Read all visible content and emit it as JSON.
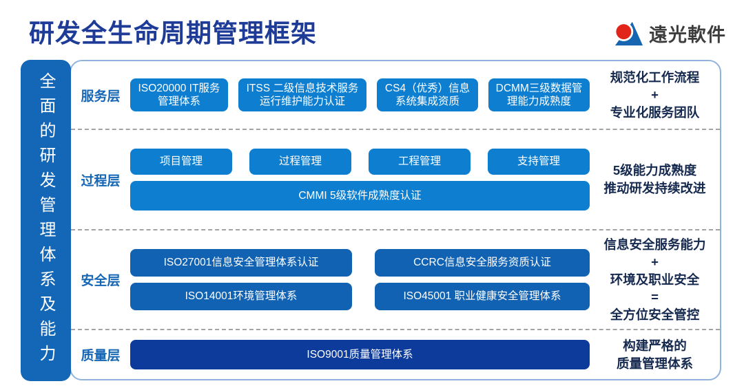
{
  "title": "研发全生命周期管理框架",
  "logo": {
    "text": "遠光軟件"
  },
  "sidebar": {
    "label": "全面的研发管理体系及能力"
  },
  "colors": {
    "title": "#1d3b97",
    "sidebar": "#1467b6",
    "box_bright_blue": "#0e7fd0",
    "box_mid_blue": "#1162b2",
    "box_dark_blue": "#0c3b9b",
    "layer_label": "#1566b5",
    "note_text": "#15294f",
    "panel_border": "#8fb3de",
    "logo_red": "#e1251b",
    "logo_blue": "#1565b0"
  },
  "layers": [
    {
      "label": "服务层",
      "boxes": [
        "ISO20000 IT服务管理体系",
        "ITSS 二级信息技术服务运行维护能力认证",
        "CS4（优秀）信息系统集成资质",
        "DCMM三级数据管理能力成熟度"
      ],
      "note_lines": [
        "规范化工作流程",
        "+",
        "专业化服务团队"
      ]
    },
    {
      "label": "过程层",
      "boxes": [
        "项目管理",
        "过程管理",
        "工程管理",
        "支持管理"
      ],
      "wide_box": "CMMI 5级软件成熟度认证",
      "note_lines": [
        "5级能力成熟度",
        "推动研发持续改进"
      ]
    },
    {
      "label": "安全层",
      "boxes": [
        "ISO27001信息安全管理体系认证",
        "CCRC信息安全服务资质认证",
        "ISO14001环境管理体系",
        "ISO45001 职业健康安全管理体系"
      ],
      "note_lines": [
        "信息安全服务能力",
        "+",
        "环境及职业安全",
        "=",
        "全方位安全管控"
      ]
    },
    {
      "label": "质量层",
      "wide_box": "ISO9001质量管理体系",
      "note_lines": [
        "构建严格的",
        "质量管理体系"
      ]
    }
  ]
}
